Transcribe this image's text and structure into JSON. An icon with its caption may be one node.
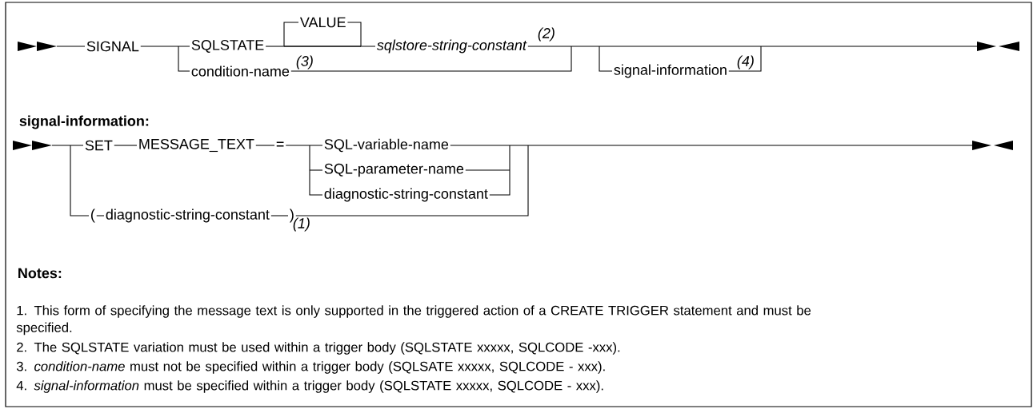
{
  "diagram": {
    "labels": [
      "SIGNAL",
      "SQLSTATE",
      "VALUE",
      "sqlstore-string-constant",
      "(2)",
      "condition-name",
      "(3)",
      "signal-information",
      "(4)",
      "signal-information:",
      "SET",
      "MESSAGE_TEXT",
      "=",
      "SQL-variable-name",
      "SQL-parameter-name",
      "diagnostic-string-constant",
      "(",
      "diagnostic-string-constant",
      ")",
      "(1)",
      "Notes:",
      "1. This form of specifying the message text is only supported in the triggered action of a CREATE TRIGGER statement and must be specified.",
      "2. The SQLSTATE variation must be used within a trigger body (SQLSTATE xxxxx, SQLCODE -xxx).",
      "3. *condition-name* must not be specified within a trigger body (SQLSATE xxxxx, SQLCODE - xxx).",
      "4. *signal-information* must be specified within a trigger body (SQLSTATE xxxxx, SQLCODE - xxx)."
    ]
  }
}
